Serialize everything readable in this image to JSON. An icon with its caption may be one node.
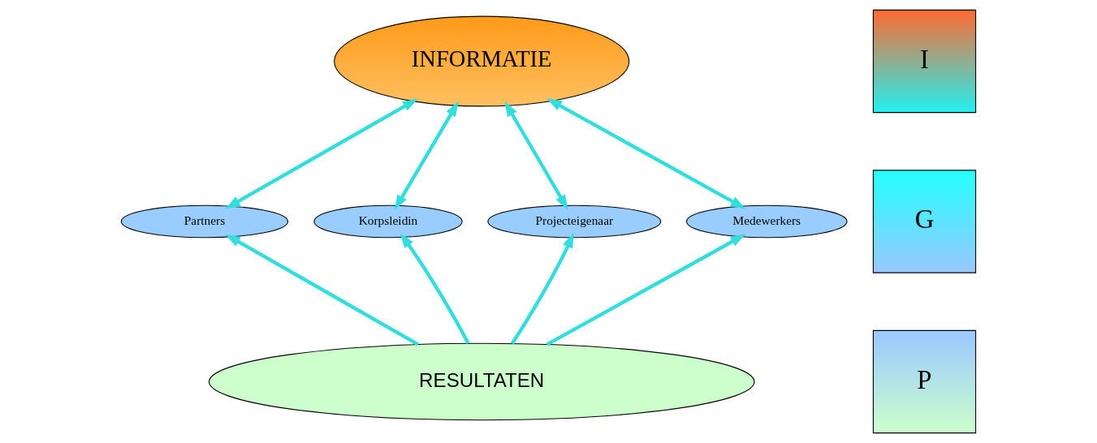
{
  "diagram": {
    "nodes": [
      {
        "text": [
          "INFORMATIE"
        ]
      },
      {
        "text": [
          "Partners"
        ]
      },
      {
        "text": [
          "Korpsleidin"
        ]
      },
      {
        "text": [
          "Projecteigenaar"
        ]
      },
      {
        "text": [
          "Medewerkers"
        ]
      },
      {
        "text": [
          "RESULTATEN"
        ]
      },
      {
        "text": [
          "I"
        ]
      },
      {
        "text": [
          "G"
        ]
      },
      {
        "text": [
          "P"
        ]
      }
    ],
    "edges": [
      {
        "from": 0,
        "to": 1,
        "arrow": "both"
      },
      {
        "from": 0,
        "to": 2,
        "arrow": "both"
      },
      {
        "from": 0,
        "to": 3,
        "arrow": "both"
      },
      {
        "from": 0,
        "to": 4,
        "arrow": "both"
      },
      {
        "from": 5,
        "to": 1,
        "arrow": "to"
      },
      {
        "from": 5,
        "to": 2,
        "arrow": "to"
      },
      {
        "from": 5,
        "to": 3,
        "arrow": "to"
      },
      {
        "from": 5,
        "to": 4,
        "arrow": "to"
      }
    ]
  }
}
